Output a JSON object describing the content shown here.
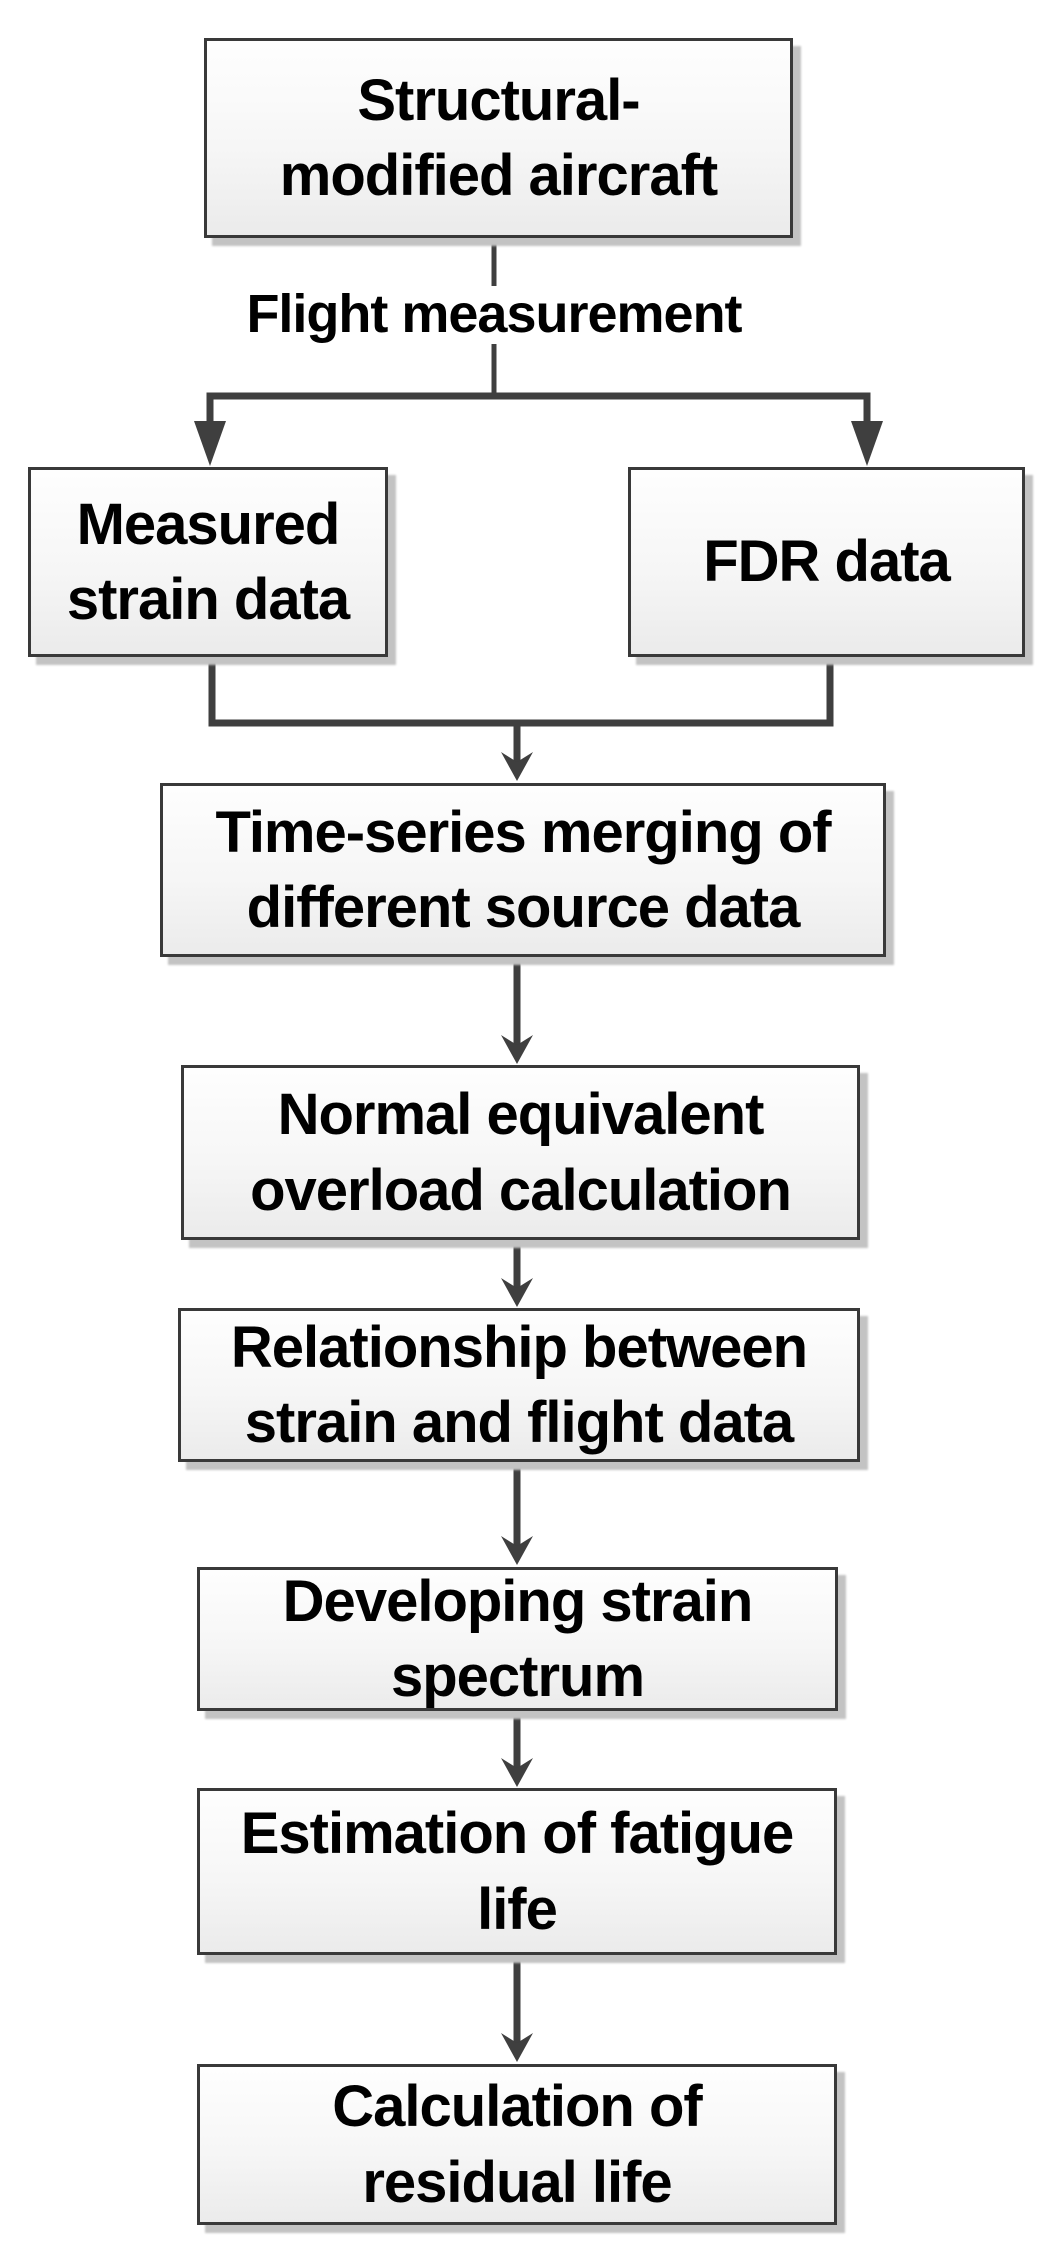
{
  "colors": {
    "background": "#ffffff",
    "connector": "#3f3f3f",
    "node_border": "#393939",
    "node_fill_top": "#fefefe",
    "node_fill_bottom": "#ebebeb",
    "node_shadow": "#c3c3c3",
    "text": "#000000"
  },
  "flow": {
    "edge_label": "Flight measurement",
    "nodes": [
      {
        "id": "structural-modified-aircraft",
        "label": "Structural-\nmodified aircraft"
      },
      {
        "id": "measured-strain-data",
        "label": "Measured\nstrain data"
      },
      {
        "id": "fdr-data",
        "label": "FDR data"
      },
      {
        "id": "time-series-merging",
        "label": "Time-series merging of\ndifferent source data"
      },
      {
        "id": "normal-equivalent-overload",
        "label": "Normal equivalent\noverload calculation"
      },
      {
        "id": "relationship-strain-flight",
        "label": "Relationship between\nstrain and flight data"
      },
      {
        "id": "developing-strain-spectrum",
        "label": "Developing strain\nspectrum"
      },
      {
        "id": "estimation-fatigue-life",
        "label": "Estimation of fatigue\nlife"
      },
      {
        "id": "calculation-residual-life",
        "label": "Calculation of\nresidual life"
      }
    ]
  }
}
